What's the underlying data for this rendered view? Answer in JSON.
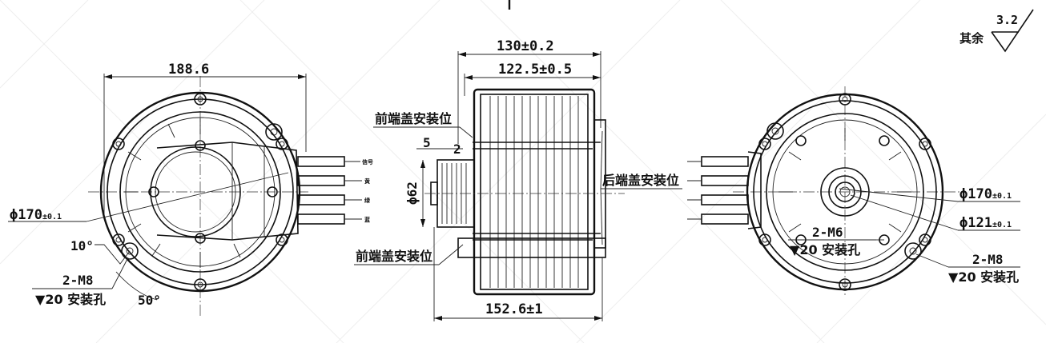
{
  "roughness_note": {
    "text": "其余",
    "value": "3.2"
  },
  "left_view": {
    "width_dim": "188.6",
    "dia_prefix": "ϕ170",
    "dia_tol": "±0.1",
    "angle_top": "10°",
    "angle_bottom": "50°",
    "hole_spec": "2-M8",
    "hole_depth_symbol": "▼",
    "hole_depth": "20 安装孔",
    "wire_labels": [
      "信号",
      "黄",
      "绿",
      "蓝"
    ]
  },
  "middle_view": {
    "dim_total": "130±0.2",
    "dim_body": "122.5±0.5",
    "dim_small_a": "5",
    "dim_small_b": "2",
    "dim_pulley_dia": "ϕ62",
    "dim_bottom": "152.6±1",
    "front_cover_top": "前端盖安装位",
    "front_cover_bottom": "前端盖安装位",
    "rear_cover": "后端盖安装位"
  },
  "right_view": {
    "dia1_prefix": "ϕ170",
    "dia1_tol": "±0.1",
    "dia2_prefix": "ϕ121",
    "dia2_tol": "±0.1",
    "hole1_spec": "2-M6",
    "hole1_symbol": "▼",
    "hole1_depth": "20 安装孔",
    "hole2_spec": "2-M8",
    "hole2_symbol": "▼",
    "hole2_depth": "20 安装孔"
  }
}
